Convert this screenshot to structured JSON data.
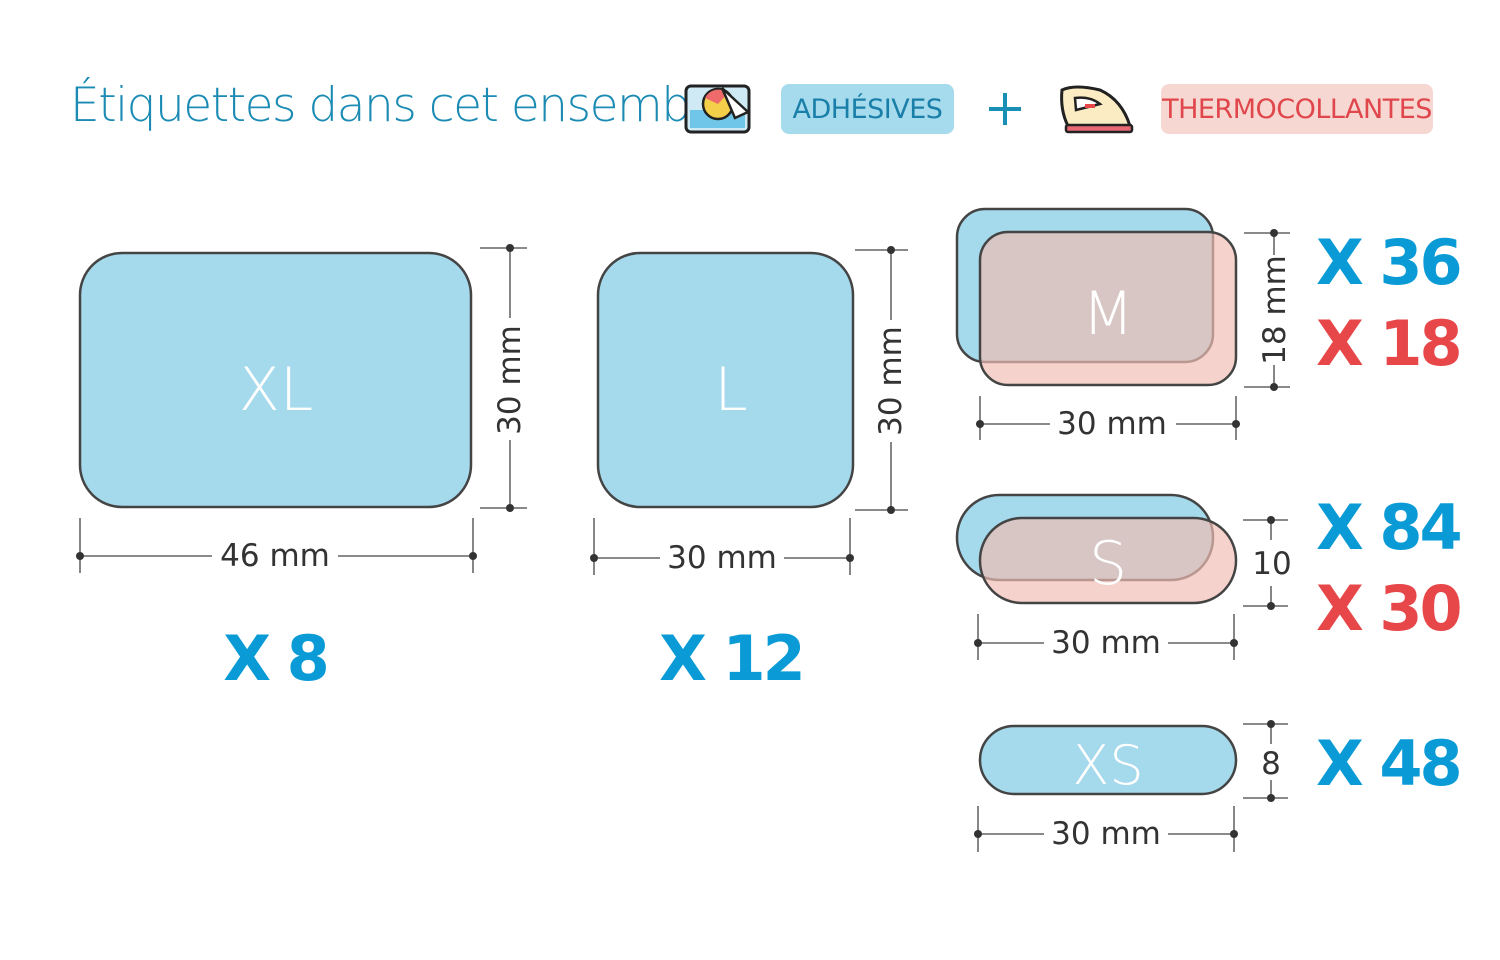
{
  "header": {
    "title": "Étiquettes dans cet ensemble",
    "adhesive_label": "ADHÉSIVES",
    "plus": "+",
    "thermo_label": "THERMOCOLLANTES",
    "icons": [
      "adhesive-sticker-icon",
      "iron-icon"
    ]
  },
  "colors": {
    "adhesive": "#a5d9ec",
    "thermo": "#f2c4bb",
    "qty_adhesive": "#0a9bd6",
    "qty_thermo": "#e8474a"
  },
  "labels": [
    {
      "size": "XL",
      "width": "46 mm",
      "height": "30 mm",
      "qty_adhesive": "X 8"
    },
    {
      "size": "L",
      "width": "30 mm",
      "height": "30 mm",
      "qty_adhesive": "X 12"
    },
    {
      "size": "M",
      "width": "30 mm",
      "height": "18 mm",
      "qty_adhesive": "X 36",
      "qty_thermo": "X 18"
    },
    {
      "size": "S",
      "width": "30 mm",
      "height": "10",
      "qty_adhesive": "X 84",
      "qty_thermo": "X 30"
    },
    {
      "size": "XS",
      "width": "30 mm",
      "height": "8",
      "qty_adhesive": "X 48"
    }
  ]
}
